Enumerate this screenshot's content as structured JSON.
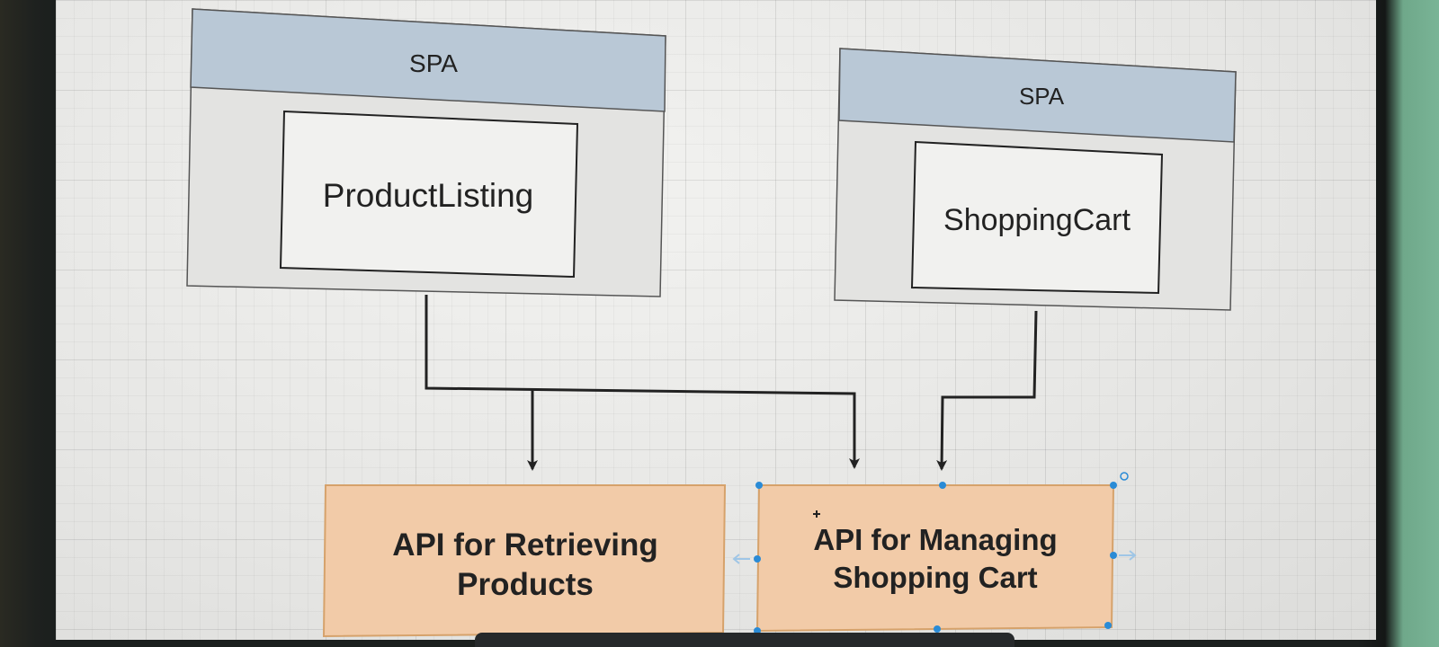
{
  "diagram": {
    "spa_left": {
      "header": "SPA",
      "component": "ProductListing"
    },
    "spa_right": {
      "header": "SPA",
      "component": "ShoppingCart"
    },
    "api_products": {
      "line1": "API for Retrieving",
      "line2": "Products"
    },
    "api_cart": {
      "line1": "API for Managing",
      "line2": "Shopping Cart"
    }
  },
  "colors": {
    "spa_header": "#b9c8d6",
    "spa_body": "#e3e3e1",
    "api_box": "#f2cba8",
    "api_border": "#d6a26b",
    "connector": "#222222",
    "selection": "#2a8bd6"
  }
}
